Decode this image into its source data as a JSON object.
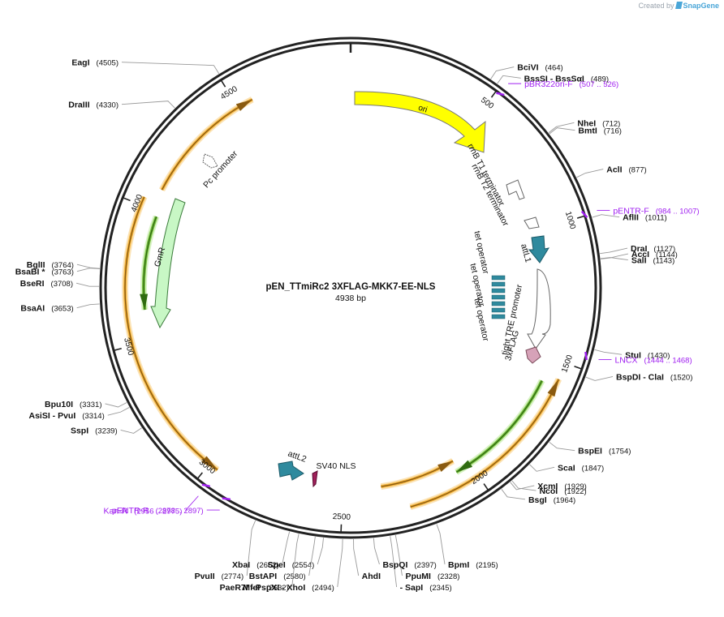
{
  "credit": {
    "prefix": "Created by",
    "brand": "SnapGene"
  },
  "plasmid": {
    "name": "pEN_TTmiRc2 3XFLAG-MKK7-EE-NLS",
    "size_label": "4938 bp",
    "length": 4938
  },
  "ticks": [
    {
      "pos": 500,
      "label": "500"
    },
    {
      "pos": 1000,
      "label": "1000"
    },
    {
      "pos": 1500,
      "label": "1500"
    },
    {
      "pos": 2000,
      "label": "2000"
    },
    {
      "pos": 2500,
      "label": "2500"
    },
    {
      "pos": 3000,
      "label": "3000"
    },
    {
      "pos": 3500,
      "label": "3500"
    },
    {
      "pos": 4000,
      "label": "4000"
    },
    {
      "pos": 4500,
      "label": "4500"
    }
  ],
  "sites_right": [
    {
      "pos": 464,
      "names": "BciVI",
      "coord": "(464)"
    },
    {
      "pos": 489,
      "names": "BssSI  -  BssSαI",
      "coord": "(489)"
    },
    {
      "pos": 712,
      "names": "NheI",
      "coord": "(712)"
    },
    {
      "pos": 716,
      "names": "BmtI",
      "coord": "(716)"
    },
    {
      "pos": 877,
      "names": "AclI",
      "coord": "(877)"
    },
    {
      "pos": 1011,
      "names": "AflII",
      "coord": "(1011)"
    },
    {
      "pos": 1127,
      "names": "DraI",
      "coord": "(1127)"
    },
    {
      "pos": 1143,
      "names": "SalI",
      "coord": "(1143)"
    },
    {
      "pos": 1144,
      "names": "AccI",
      "coord": "(1144)"
    },
    {
      "pos": 1430,
      "names": "StuI",
      "coord": "(1430)"
    },
    {
      "pos": 1520,
      "names": "BspDI   -  ClaI",
      "coord": "(1520)"
    },
    {
      "pos": 1754,
      "names": "BspEI",
      "coord": "(1754)"
    },
    {
      "pos": 1847,
      "names": "ScaI",
      "coord": "(1847)"
    },
    {
      "pos": 1922,
      "names": "NcoI",
      "coord": "(1922)"
    },
    {
      "pos": 1929,
      "names": "XcmI",
      "coord": "(1929)"
    },
    {
      "pos": 1964,
      "names": "BsgI",
      "coord": "(1964)"
    }
  ],
  "sites_bottom": [
    {
      "pos": 2195,
      "names": "BpmI",
      "coord": "(2195)"
    },
    {
      "pos": 2328,
      "names": "PpuMI",
      "coord": "(2328)"
    },
    {
      "pos": 2345,
      "names": "-  SapI",
      "coord": "(2345)"
    },
    {
      "pos": 2397,
      "names": "BspQI",
      "coord": "(2397)"
    },
    {
      "pos": 2460,
      "names": "AhdI",
      "coord": ""
    },
    {
      "pos": 2494,
      "names": "PaeR7I   -  PspXI   -  XhoI",
      "coord": "(2494)"
    },
    {
      "pos": 2554,
      "names": "SpeI",
      "coord": "(2554)"
    },
    {
      "pos": 2580,
      "names": "BstAPI",
      "coord": "(2580)"
    },
    {
      "pos": 2632,
      "names": "MfeI",
      "coord": "(2632)"
    },
    {
      "pos": 2662,
      "names": "XbaI",
      "coord": "(2662)"
    },
    {
      "pos": 2774,
      "names": "PvuII",
      "coord": "(2774)"
    }
  ],
  "sites_left": [
    {
      "pos": 3239,
      "names": "SspI",
      "coord": "(3239)"
    },
    {
      "pos": 3314,
      "names": "AsiSI   -  PvuI",
      "coord": "(3314)"
    },
    {
      "pos": 3331,
      "names": "Bpu10I",
      "coord": "(3331)"
    },
    {
      "pos": 3653,
      "names": "BsaAI",
      "coord": "(3653)"
    },
    {
      "pos": 3708,
      "names": "BseRI",
      "coord": "(3708)"
    },
    {
      "pos": 3763,
      "names": "BsaBI  *",
      "coord": "(3763)"
    },
    {
      "pos": 3764,
      "names": "BglII",
      "coord": "(3764)"
    },
    {
      "pos": 4330,
      "names": "DraIII",
      "coord": "(4330)"
    },
    {
      "pos": 4505,
      "names": "EagI",
      "coord": "(4505)"
    }
  ],
  "primers": [
    {
      "pos": 516,
      "name": "pBR322ori-F",
      "range": "(507 .. 526)"
    },
    {
      "pos": 995,
      "name": "pENTR-F",
      "range": "(984 .. 1007)"
    },
    {
      "pos": 1456,
      "name": "LNCX",
      "range": "(1444 .. 1468)"
    },
    {
      "pos": 2965,
      "name": "Kan-R",
      "range": "(2956 .. 2975)"
    },
    {
      "pos": 2887,
      "name": "pENTR-R",
      "range": "(2878 .. 2897)"
    }
  ],
  "features": [
    {
      "name": "ori",
      "color": "#ffff00"
    },
    {
      "name": "rrnB T1 terminator",
      "color": "#ffffff"
    },
    {
      "name": "rrnB T2 terminator",
      "color": "#ffffff"
    },
    {
      "name": "attL1",
      "color": "#2f8a9e"
    },
    {
      "name": "tet operator",
      "color": "#2f8a9e"
    },
    {
      "name": "tet operator",
      "color": "#2f8a9e"
    },
    {
      "name": "tet operator",
      "color": "#2f8a9e"
    },
    {
      "name": "tight TRE promoter",
      "color": "#ffffff"
    },
    {
      "name": "3xFLAG",
      "color": "#d6a2b8"
    },
    {
      "name": "attL2",
      "color": "#2f8a9e"
    },
    {
      "name": "SV40 NLS",
      "color": "#a0205a"
    },
    {
      "name": "GmR",
      "color": "#c8f7c5"
    },
    {
      "name": "Pc promoter",
      "color": "#ffffff"
    }
  ],
  "colors": {
    "orf_fill": "#f4b43c",
    "orf_line": "#8a5a10",
    "orf_green": "#7ac142",
    "primer": "#a020f0",
    "backbone": "#222222"
  }
}
